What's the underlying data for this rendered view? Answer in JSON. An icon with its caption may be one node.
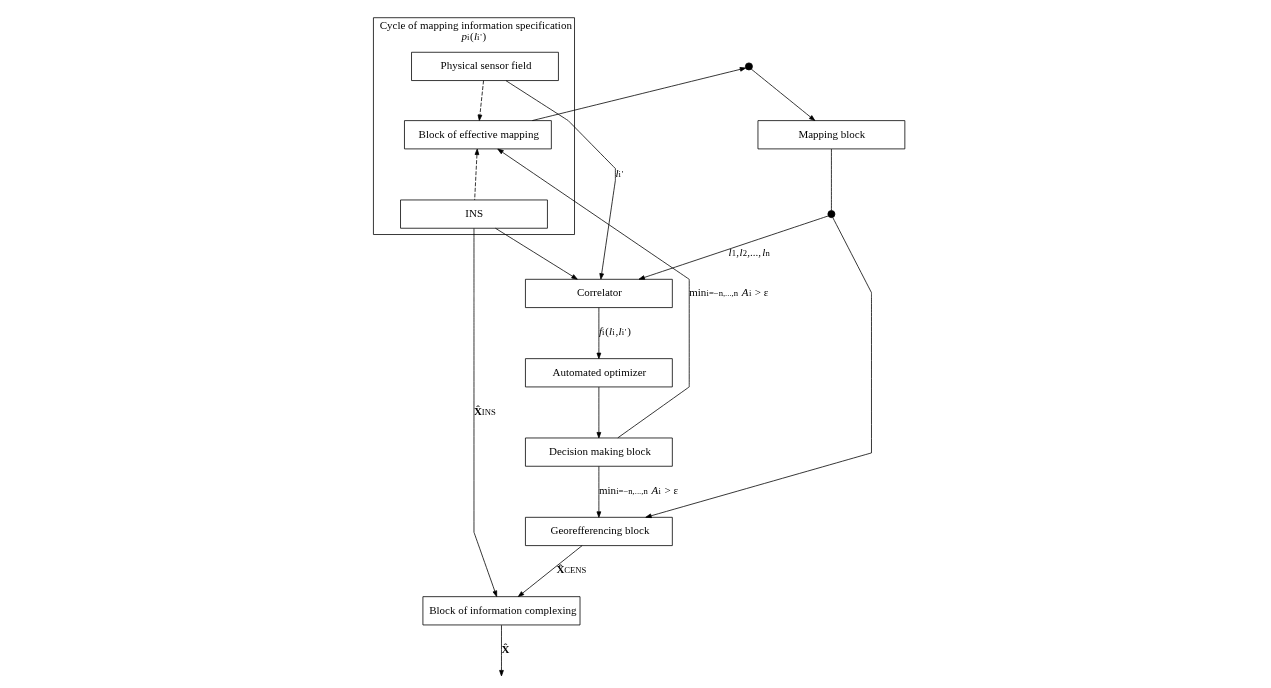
{
  "diagram": {
    "nodes": [
      {
        "text": [
          "Mapping block"
        ]
      },
      {
        "text": [
          "Cycle of mapping information specification",
          "*p*$_{i}$(*l*$_{i}$$^{'}$)"
        ]
      },
      {
        "text": [
          "Physical sensor field"
        ],
        "in": 1
      },
      {
        "text": [
          "Block of effective mapping"
        ],
        "in": 1
      },
      {
        "text": [
          "INS"
        ],
        "in": 1
      },
      {
        "text": [
          "Correlator"
        ]
      },
      {
        "text": [
          "Automated optimizer"
        ]
      },
      {
        "text": [
          "Decision making block"
        ]
      },
      {
        "text": [
          "Georefferencing block"
        ]
      },
      {
        "text": [
          "Block of information complexing"
        ]
      },
      {
        "text": [],
        "shape": "circle"
      },
      {
        "text": [],
        "shape": "circle"
      }
    ],
    "edges": [
      {
        "from": 0,
        "to": 11,
        "arrow": "none"
      },
      {
        "from": 11,
        "to": 5,
        "arrow": "to",
        "label": "*l*$_{1}$,*l*$_{2}$,...,*l*$_{n}$"
      },
      {
        "from": 11,
        "to": 8,
        "arrow": "to"
      },
      {
        "from": 2,
        "to": 5,
        "arrow": "to",
        "label": "*l*$_{i}$$^{'}$"
      },
      {
        "from": 2,
        "to": 3,
        "arrow": "to",
        "style": "dashed"
      },
      {
        "from": 4,
        "to": 3,
        "arrow": "to",
        "style": "dashed"
      },
      {
        "from": 4,
        "to": 5,
        "arrow": "to"
      },
      {
        "from": 5,
        "to": 6,
        "arrow": "to",
        "label": "*f*$_{i}$(*l*$_{i}$,*l*$_{i}$$^{'}$)"
      },
      {
        "from": 6,
        "to": 7,
        "arrow": "to"
      },
      {
        "from": 7,
        "to": 3,
        "arrow": "to",
        "label": "min$_{i=−n,...,n}$ *A*$_{i}$ > ε"
      },
      {
        "from": 7,
        "to": 8,
        "arrow": "to",
        "label": "min$_{i=−n,...,n}$ *A*$_{i}$ > ε"
      },
      {
        "from": 3,
        "to": 10,
        "arrow": "to"
      },
      {
        "from": 10,
        "to": 0,
        "arrow": "to"
      },
      {
        "from": 4,
        "to": 9,
        "arrow": "to",
        "label": "**X̂**$_{INS}$"
      },
      {
        "from": 8,
        "to": 9,
        "arrow": "to",
        "label": "**X̂**$_{CENS}$"
      },
      {
        "from": 9,
        "to": null,
        "arrow": "to",
        "label": "**X̂**"
      }
    ]
  }
}
